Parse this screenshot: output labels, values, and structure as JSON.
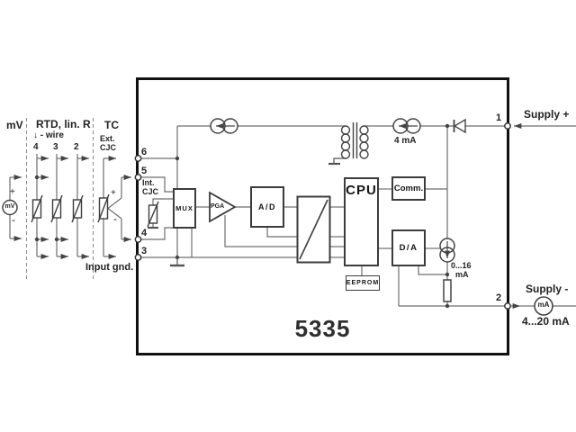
{
  "model": "5335",
  "input_section": {
    "mv": {
      "heading": "mV",
      "source_label": "mV",
      "plus": "+",
      "minus": "-"
    },
    "rtd": {
      "heading": "RTD, lin. R",
      "wire_arrow": "↓",
      "wire_note": "- wire",
      "terminals": [
        "4",
        "3",
        "2"
      ]
    },
    "tc": {
      "heading": "TC",
      "ext_cjc_line1": "Ext.",
      "ext_cjc_line2": "CJC",
      "plus": "+",
      "minus": "-"
    },
    "input_gnd": "Input gnd."
  },
  "terminals": {
    "t6": "6",
    "t5": "5",
    "t4": "4",
    "t3": "3",
    "t1": "1",
    "t2": "2"
  },
  "blocks": {
    "int_cjc_line1": "Int.",
    "int_cjc_line2": "CJC",
    "mux": "MUX",
    "pga": "PGA",
    "ad": "A/D",
    "cpu": "CPU",
    "comm": "Comm.",
    "da": "D/A",
    "eeprom": "EEPROM"
  },
  "power": {
    "supply_plus": "Supply +",
    "supply_minus": "Supply -",
    "quiescent_current": "4 mA",
    "dac_current_line1": "0...16",
    "dac_current_line2": "mA",
    "output_range": "4...20 mA",
    "meter_label": "mA"
  }
}
